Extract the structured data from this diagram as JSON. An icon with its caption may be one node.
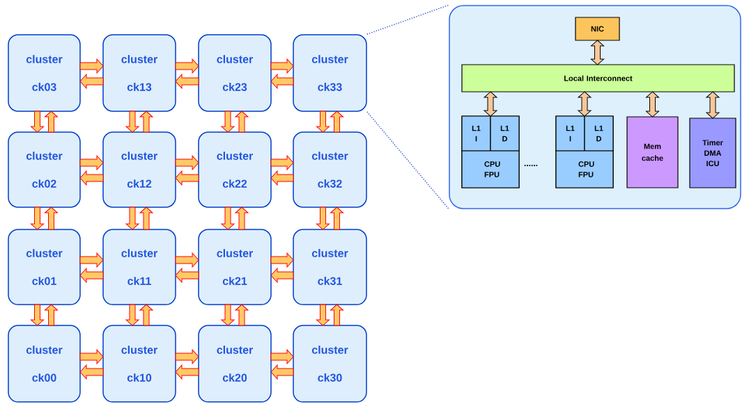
{
  "diagram": {
    "nodes": [
      {
        "text": [
          "cluster ck03"
        ]
      },
      {
        "text": [
          "cluster ck13"
        ]
      },
      {
        "text": [
          "cluster ck23"
        ]
      },
      {
        "text": [
          "cluster ck33"
        ]
      },
      {
        "text": [
          "cluster ck02"
        ]
      },
      {
        "text": [
          "cluster ck12"
        ]
      },
      {
        "text": [
          "cluster ck22"
        ]
      },
      {
        "text": [
          "cluster ck32"
        ]
      },
      {
        "text": [
          "cluster ck01"
        ]
      },
      {
        "text": [
          "cluster ck11"
        ]
      },
      {
        "text": [
          "cluster ck21"
        ]
      },
      {
        "text": [
          "cluster ck31"
        ]
      },
      {
        "text": [
          "cluster ck00"
        ]
      },
      {
        "text": [
          "cluster ck10"
        ]
      },
      {
        "text": [
          "cluster ck20"
        ]
      },
      {
        "text": [
          "cluster ck30"
        ]
      },
      {
        "text": [],
        "shape": "box"
      },
      {
        "text": [
          "NIC"
        ],
        "in": 16
      },
      {
        "text": [
          "Local Interconnect"
        ],
        "in": 16
      },
      {
        "text": [],
        "shape": "box",
        "in": 16
      },
      {
        "text": [
          "L1 I"
        ],
        "in": 19
      },
      {
        "text": [
          "L1 D"
        ],
        "in": 19
      },
      {
        "text": [
          "CPU FPU"
        ],
        "in": 19
      },
      {
        "text": [],
        "shape": "box",
        "in": 16
      },
      {
        "text": [
          "L1 I"
        ],
        "in": 23
      },
      {
        "text": [
          "L1 D"
        ],
        "in": 23
      },
      {
        "text": [
          "CPU FPU"
        ],
        "in": 23
      },
      {
        "text": [
          "Mem cache"
        ],
        "in": 16
      },
      {
        "text": [
          "Timer DMA ICU"
        ],
        "in": 16
      }
    ],
    "edges": [
      {
        "from": 0,
        "to": 1,
        "arrow": "to"
      },
      {
        "from": 1,
        "to": 0,
        "arrow": "to"
      },
      {
        "from": 1,
        "to": 2,
        "arrow": "to"
      },
      {
        "from": 2,
        "to": 1,
        "arrow": "to"
      },
      {
        "from": 2,
        "to": 3,
        "arrow": "to"
      },
      {
        "from": 3,
        "to": 2,
        "arrow": "to"
      },
      {
        "from": 4,
        "to": 5,
        "arrow": "to"
      },
      {
        "from": 5,
        "to": 4,
        "arrow": "to"
      },
      {
        "from": 5,
        "to": 6,
        "arrow": "to"
      },
      {
        "from": 6,
        "to": 5,
        "arrow": "to"
      },
      {
        "from": 6,
        "to": 7,
        "arrow": "to"
      },
      {
        "from": 7,
        "to": 6,
        "arrow": "to"
      },
      {
        "from": 8,
        "to": 9,
        "arrow": "to"
      },
      {
        "from": 9,
        "to": 8,
        "arrow": "to"
      },
      {
        "from": 9,
        "to": 10,
        "arrow": "to"
      },
      {
        "from": 10,
        "to": 9,
        "arrow": "to"
      },
      {
        "from": 10,
        "to": 11,
        "arrow": "to"
      },
      {
        "from": 11,
        "to": 10,
        "arrow": "to"
      },
      {
        "from": 12,
        "to": 13,
        "arrow": "to"
      },
      {
        "from": 13,
        "to": 12,
        "arrow": "to"
      },
      {
        "from": 13,
        "to": 14,
        "arrow": "to"
      },
      {
        "from": 14,
        "to": 13,
        "arrow": "to"
      },
      {
        "from": 14,
        "to": 15,
        "arrow": "to"
      },
      {
        "from": 15,
        "to": 14,
        "arrow": "to"
      },
      {
        "from": 0,
        "to": 4,
        "arrow": "to"
      },
      {
        "from": 4,
        "to": 0,
        "arrow": "to"
      },
      {
        "from": 1,
        "to": 5,
        "arrow": "to"
      },
      {
        "from": 5,
        "to": 1,
        "arrow": "to"
      },
      {
        "from": 2,
        "to": 6,
        "arrow": "to"
      },
      {
        "from": 6,
        "to": 2,
        "arrow": "to"
      },
      {
        "from": 3,
        "to": 7,
        "arrow": "to"
      },
      {
        "from": 7,
        "to": 3,
        "arrow": "to"
      },
      {
        "from": 4,
        "to": 8,
        "arrow": "to"
      },
      {
        "from": 8,
        "to": 4,
        "arrow": "to"
      },
      {
        "from": 5,
        "to": 9,
        "arrow": "to"
      },
      {
        "from": 9,
        "to": 5,
        "arrow": "to"
      },
      {
        "from": 6,
        "to": 10,
        "arrow": "to"
      },
      {
        "from": 10,
        "to": 6,
        "arrow": "to"
      },
      {
        "from": 7,
        "to": 11,
        "arrow": "to"
      },
      {
        "from": 11,
        "to": 7,
        "arrow": "to"
      },
      {
        "from": 8,
        "to": 12,
        "arrow": "to"
      },
      {
        "from": 12,
        "to": 8,
        "arrow": "to"
      },
      {
        "from": 9,
        "to": 13,
        "arrow": "to"
      },
      {
        "from": 13,
        "to": 9,
        "arrow": "to"
      },
      {
        "from": 10,
        "to": 14,
        "arrow": "to"
      },
      {
        "from": 14,
        "to": 10,
        "arrow": "to"
      },
      {
        "from": 11,
        "to": 15,
        "arrow": "to"
      },
      {
        "from": 15,
        "to": 11,
        "arrow": "to"
      },
      {
        "from": 3,
        "to": 16,
        "arrow": "none",
        "style": "dashed",
        "color": "#3355cc"
      },
      {
        "from": 3,
        "to": 16,
        "arrow": "none",
        "style": "dashed",
        "color": "#3355cc"
      },
      {
        "from": 17,
        "to": 18,
        "arrow": "both",
        "color": "#000000"
      },
      {
        "from": 18,
        "to": 19,
        "arrow": "both",
        "color": "#000000"
      },
      {
        "from": 18,
        "to": 23,
        "arrow": "both",
        "color": "#000000"
      },
      {
        "from": 18,
        "to": 27,
        "arrow": "both",
        "color": "#000000"
      },
      {
        "from": 18,
        "to": 28,
        "arrow": "both",
        "color": "#000000"
      }
    ],
    "labels": [
      "......"
    ]
  }
}
